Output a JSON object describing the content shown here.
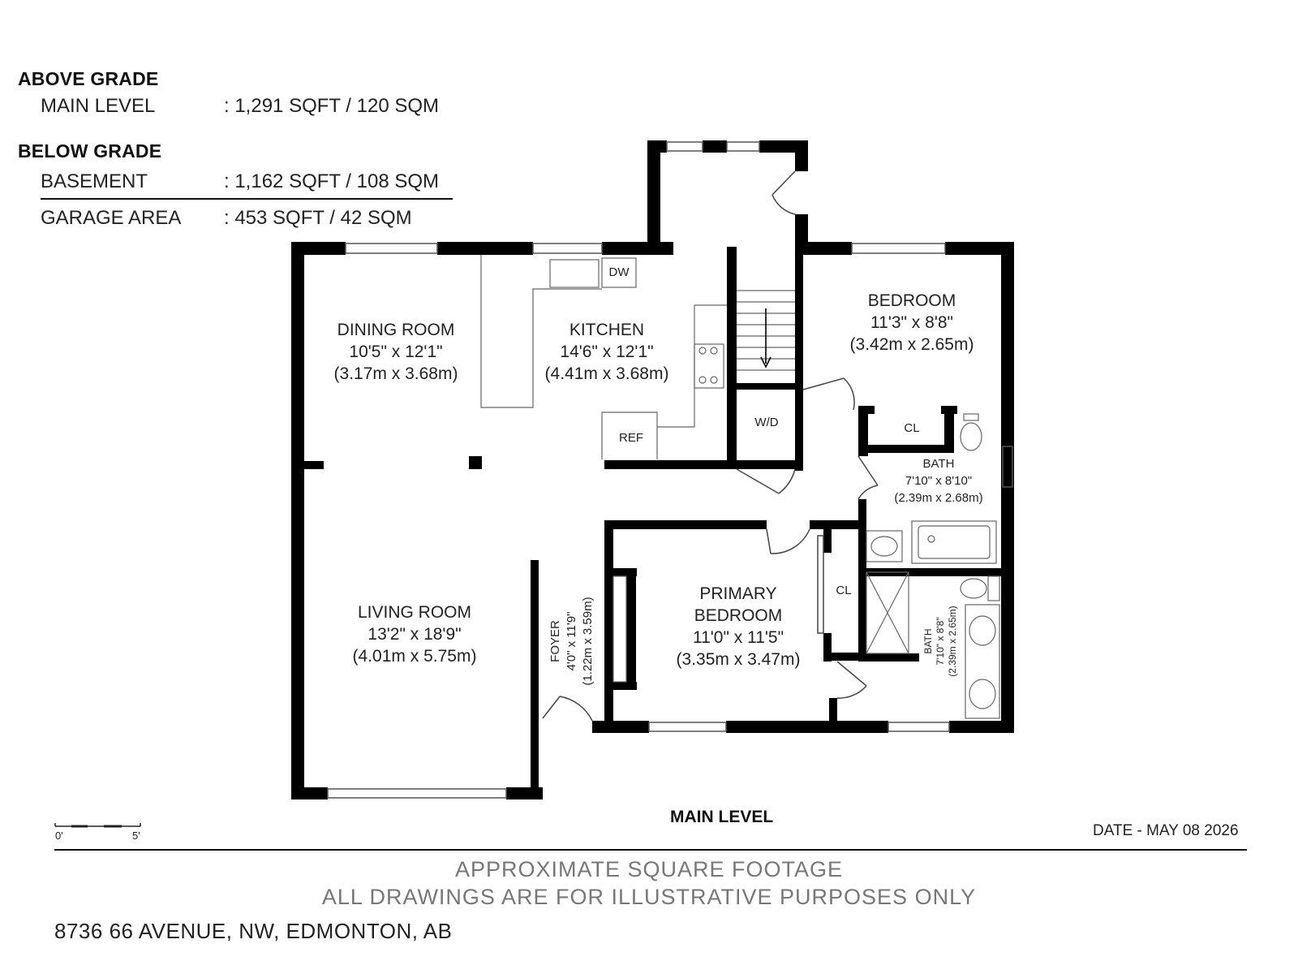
{
  "areas": {
    "above_heading": "ABOVE GRADE",
    "main_label": "MAIN LEVEL",
    "main_value": ": 1,291 SQFT / 120 SQM",
    "below_heading": "BELOW GRADE",
    "basement_label": "BASEMENT",
    "basement_value": ": 1,162 SQFT / 108 SQM",
    "garage_label": "GARAGE AREA",
    "garage_value": ": 453 SQFT / 42 SQM"
  },
  "rooms": {
    "dining": {
      "name": "DINING ROOM",
      "imperial": "10'5\" x 12'1\"",
      "metric": "(3.17m x 3.68m)"
    },
    "kitchen": {
      "name": "KITCHEN",
      "imperial": "14'6\" x 12'1\"",
      "metric": "(4.41m x 3.68m)"
    },
    "bedroom": {
      "name": "BEDROOM",
      "imperial": "11'3\" x 8'8\"",
      "metric": "(3.42m x 2.65m)"
    },
    "bath1": {
      "name": "BATH",
      "imperial": "7'10\" x 8'10\"",
      "metric": "(2.39m x 2.68m)"
    },
    "living": {
      "name": "LIVING ROOM",
      "imperial": "13'2\" x 18'9\"",
      "metric": "(4.01m x 5.75m)"
    },
    "foyer": {
      "name": "FOYER",
      "imperial": "4'0\" x 11'9\"",
      "metric": "(1.22m x 3.59m)"
    },
    "primary": {
      "name1": "PRIMARY",
      "name2": "BEDROOM",
      "imperial": "11'0\" x 11'5\"",
      "metric": "(3.35m x 3.47m)"
    },
    "bath2": {
      "name": "BATH",
      "imperial": "7'10\" x 8'8\"",
      "metric": "(2.39m x 2.65m)"
    }
  },
  "fixtures": {
    "dw": "DW",
    "ref": "REF",
    "wd": "W/D",
    "cl1": "CL",
    "cl2": "CL"
  },
  "scale": {
    "start": "0'",
    "end": "5'"
  },
  "level_title": "MAIN LEVEL",
  "date": "DATE - MAY 08 2026",
  "notes": {
    "line1": "APPROXIMATE SQUARE FOOTAGE",
    "line2": "ALL DRAWINGS ARE FOR ILLUSTRATIVE PURPOSES ONLY"
  },
  "address": "8736 66 AVENUE, NW, EDMONTON, AB"
}
